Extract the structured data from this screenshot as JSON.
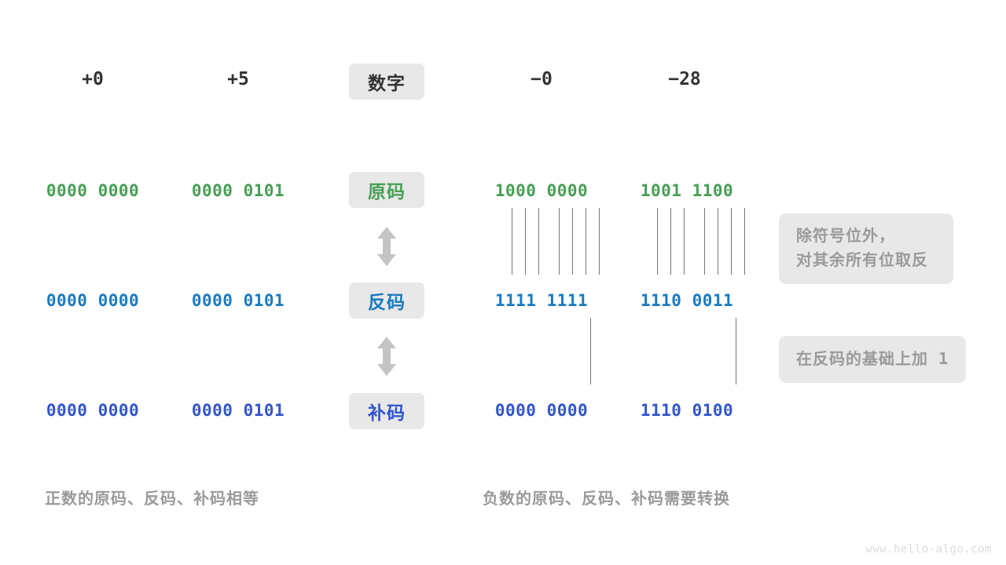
{
  "header": {
    "label_badge": "数字",
    "columns": [
      "+0",
      "+5",
      "−0",
      "−28"
    ]
  },
  "rows": [
    {
      "badge": "原码",
      "badge_color": "#479f55",
      "values": [
        "0000 0000",
        "0000 0101",
        "1000 0000",
        "1001 1100"
      ]
    },
    {
      "badge": "反码",
      "badge_color": "#1a7abf",
      "values": [
        "0000 0000",
        "0000 0101",
        "1111 1111",
        "1110 0011"
      ]
    },
    {
      "badge": "补码",
      "badge_color": "#3355cc",
      "values": [
        "0000 0000",
        "0000 0101",
        "0000 0000",
        "1110 0100"
      ]
    }
  ],
  "notes": {
    "invert": "除符号位外，\n对其余所有位取反",
    "plus_one_text": "在反码的基础上加",
    "plus_one_value": "1"
  },
  "captions": {
    "left": "正数的原码、反码、补码相等",
    "right": "负数的原码、反码、补码需要转换"
  },
  "watermark": "www.hello-algo.com",
  "colors": {
    "green": "#479f55",
    "blue": "#1a7abf",
    "indigo": "#3355cc",
    "badge_bg": "#e8e8e8",
    "muted": "#9a9a9a",
    "tick": "#757575",
    "arrow": "#c4c4c4"
  }
}
